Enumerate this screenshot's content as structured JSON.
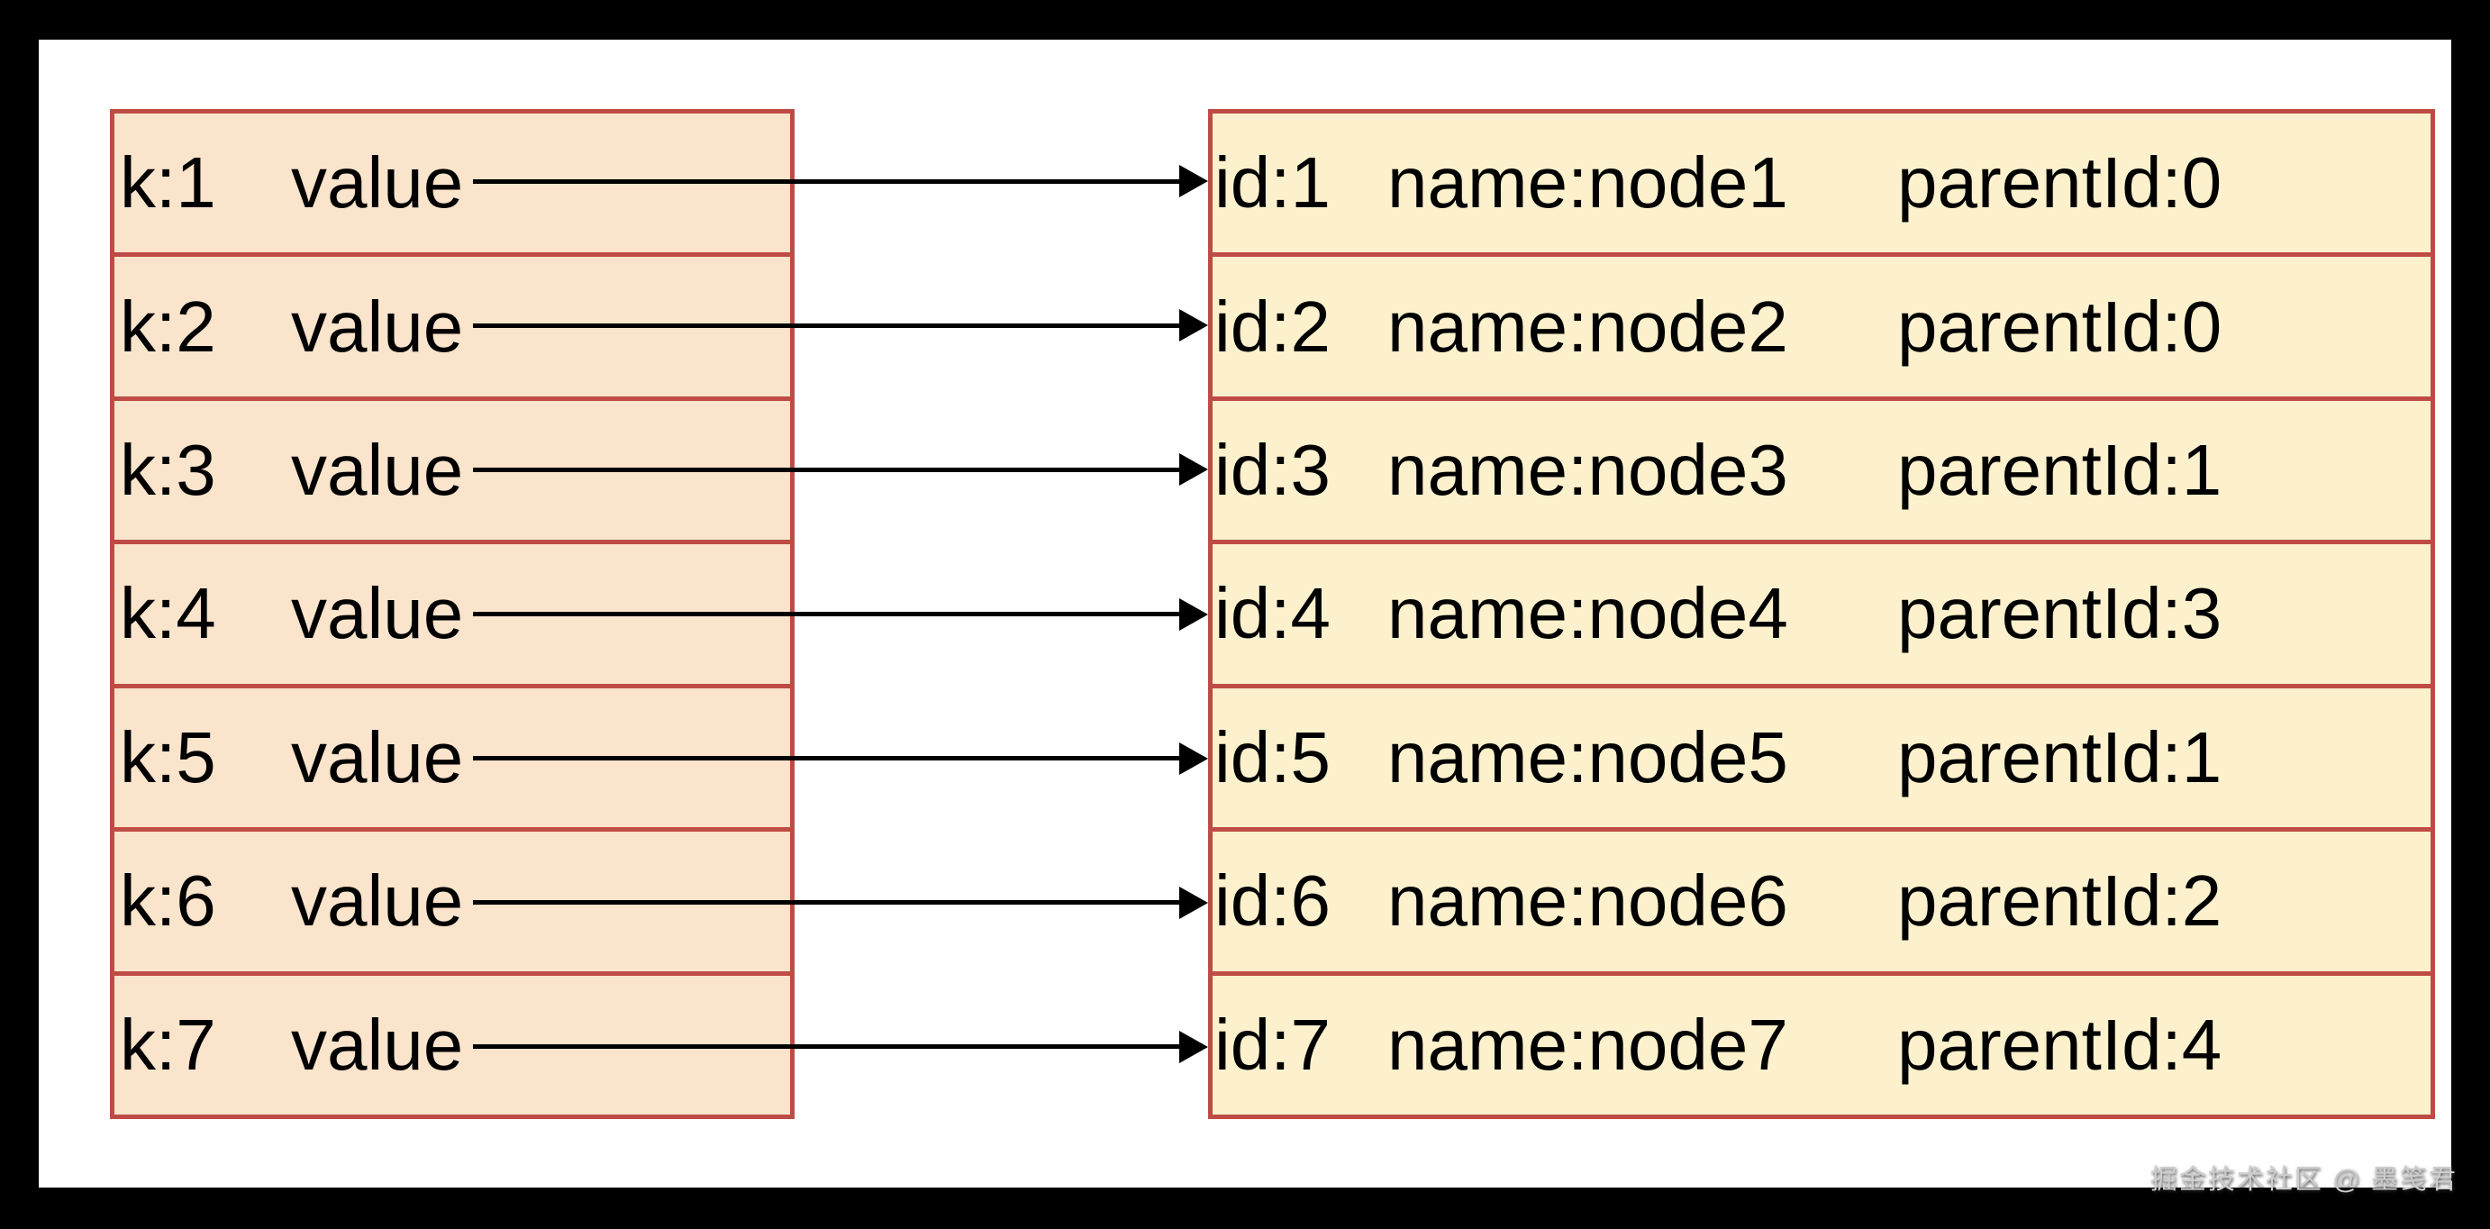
{
  "colors": {
    "letterbox": "#000000",
    "canvas": "#ffffff",
    "map_fill": "#fbe4cc",
    "node_fill": "#fcf1cc",
    "table_border": "#bf4b45",
    "arrow": "#000000",
    "text": "#000000",
    "watermark_text": "#cdcdcd"
  },
  "map_table": {
    "rows": [
      {
        "key": "k:1",
        "value": "value"
      },
      {
        "key": "k:2",
        "value": "value"
      },
      {
        "key": "k:3",
        "value": "value"
      },
      {
        "key": "k:4",
        "value": "value"
      },
      {
        "key": "k:5",
        "value": "value"
      },
      {
        "key": "k:6",
        "value": "value"
      },
      {
        "key": "k:7",
        "value": "value"
      }
    ]
  },
  "node_table": {
    "rows": [
      {
        "id": "id:1",
        "name": "name:node1",
        "parent_id": "parentId:0"
      },
      {
        "id": "id:2",
        "name": "name:node2",
        "parent_id": "parentId:0"
      },
      {
        "id": "id:3",
        "name": "name:node3",
        "parent_id": "parentId:1"
      },
      {
        "id": "id:4",
        "name": "name:node4",
        "parent_id": "parentId:3"
      },
      {
        "id": "id:5",
        "name": "name:node5",
        "parent_id": "parentId:1"
      },
      {
        "id": "id:6",
        "name": "name:node6",
        "parent_id": "parentId:2"
      },
      {
        "id": "id:7",
        "name": "name:node7",
        "parent_id": "parentId:4"
      }
    ]
  },
  "watermark": {
    "text": "掘金技术社区 @ 墨笺君"
  }
}
